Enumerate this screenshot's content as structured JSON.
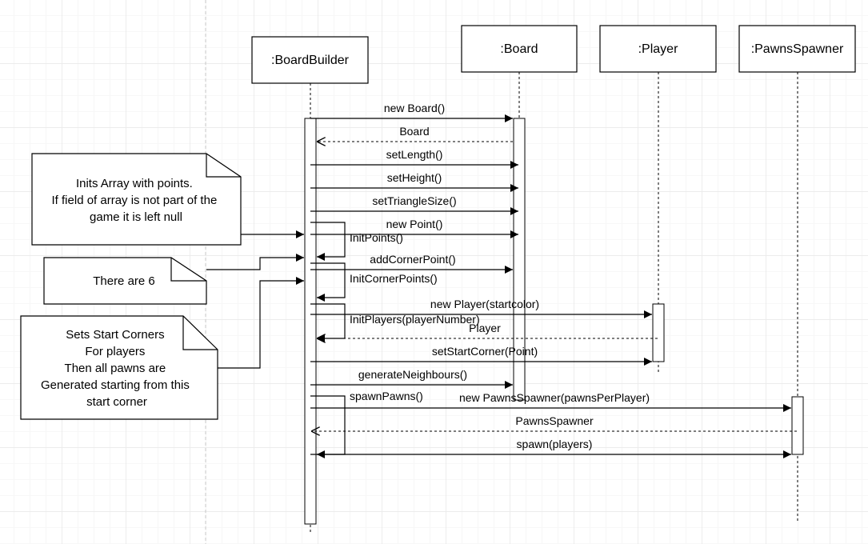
{
  "participants": [
    {
      "id": "builder",
      "label": ":BoardBuilder"
    },
    {
      "id": "board",
      "label": ":Board"
    },
    {
      "id": "player",
      "label": ":Player"
    },
    {
      "id": "spawner",
      "label": ":PawnsSpawner"
    }
  ],
  "messages": [
    {
      "id": "new-board",
      "label": "new Board()",
      "from": "builder",
      "to": "board",
      "kind": "call"
    },
    {
      "id": "board-return",
      "label": "Board",
      "from": "board",
      "to": "builder",
      "kind": "return"
    },
    {
      "id": "set-length",
      "label": "setLength()",
      "from": "builder",
      "to": "board",
      "kind": "call"
    },
    {
      "id": "set-height",
      "label": "setHeight()",
      "from": "builder",
      "to": "board",
      "kind": "call"
    },
    {
      "id": "set-triangle-size",
      "label": "setTriangleSize()",
      "from": "builder",
      "to": "board",
      "kind": "call"
    },
    {
      "id": "init-points",
      "label": "InitPoints()",
      "from": "builder",
      "to": "builder",
      "kind": "self"
    },
    {
      "id": "new-point",
      "label": "new Point()",
      "from": "builder",
      "to": "board",
      "kind": "call"
    },
    {
      "id": "init-corner-points",
      "label": "InitCornerPoints()",
      "from": "builder",
      "to": "builder",
      "kind": "self"
    },
    {
      "id": "add-corner-point",
      "label": "addCornerPoint()",
      "from": "builder",
      "to": "board",
      "kind": "call"
    },
    {
      "id": "init-players",
      "label": "InitPlayers(playerNumber)",
      "from": "builder",
      "to": "builder",
      "kind": "self"
    },
    {
      "id": "new-player",
      "label": "new Player(startcolor)",
      "from": "builder",
      "to": "player",
      "kind": "call"
    },
    {
      "id": "player-return",
      "label": "Player",
      "from": "player",
      "to": "builder",
      "kind": "return"
    },
    {
      "id": "set-start-corner",
      "label": "setStartCorner(Point)",
      "from": "builder",
      "to": "player",
      "kind": "call"
    },
    {
      "id": "generate-neighbours",
      "label": "generateNeighbours()",
      "from": "builder",
      "to": "board",
      "kind": "call"
    },
    {
      "id": "spawn-pawns",
      "label": "spawnPawns()",
      "from": "builder",
      "to": "builder",
      "kind": "self"
    },
    {
      "id": "new-pawns-spawner",
      "label": "new PawnsSpawner(pawnsPerPlayer)",
      "from": "builder",
      "to": "spawner",
      "kind": "call"
    },
    {
      "id": "pawns-spawner-return",
      "label": "PawnsSpawner",
      "from": "spawner",
      "to": "builder",
      "kind": "return"
    },
    {
      "id": "spawn-players",
      "label": "spawn(players)",
      "from": "builder",
      "to": "spawner",
      "kind": "call"
    }
  ],
  "notes": [
    {
      "id": "init-points-note",
      "lines": [
        "Inits Array with points.",
        "If field of array is not part of the",
        "game it is left null"
      ]
    },
    {
      "id": "six-corners-note",
      "lines": [
        "There are 6"
      ]
    },
    {
      "id": "start-corners-note",
      "lines": [
        "Sets Start Corners",
        "For players",
        "Then all pawns are",
        "Generated starting from this",
        "start corner"
      ]
    }
  ]
}
